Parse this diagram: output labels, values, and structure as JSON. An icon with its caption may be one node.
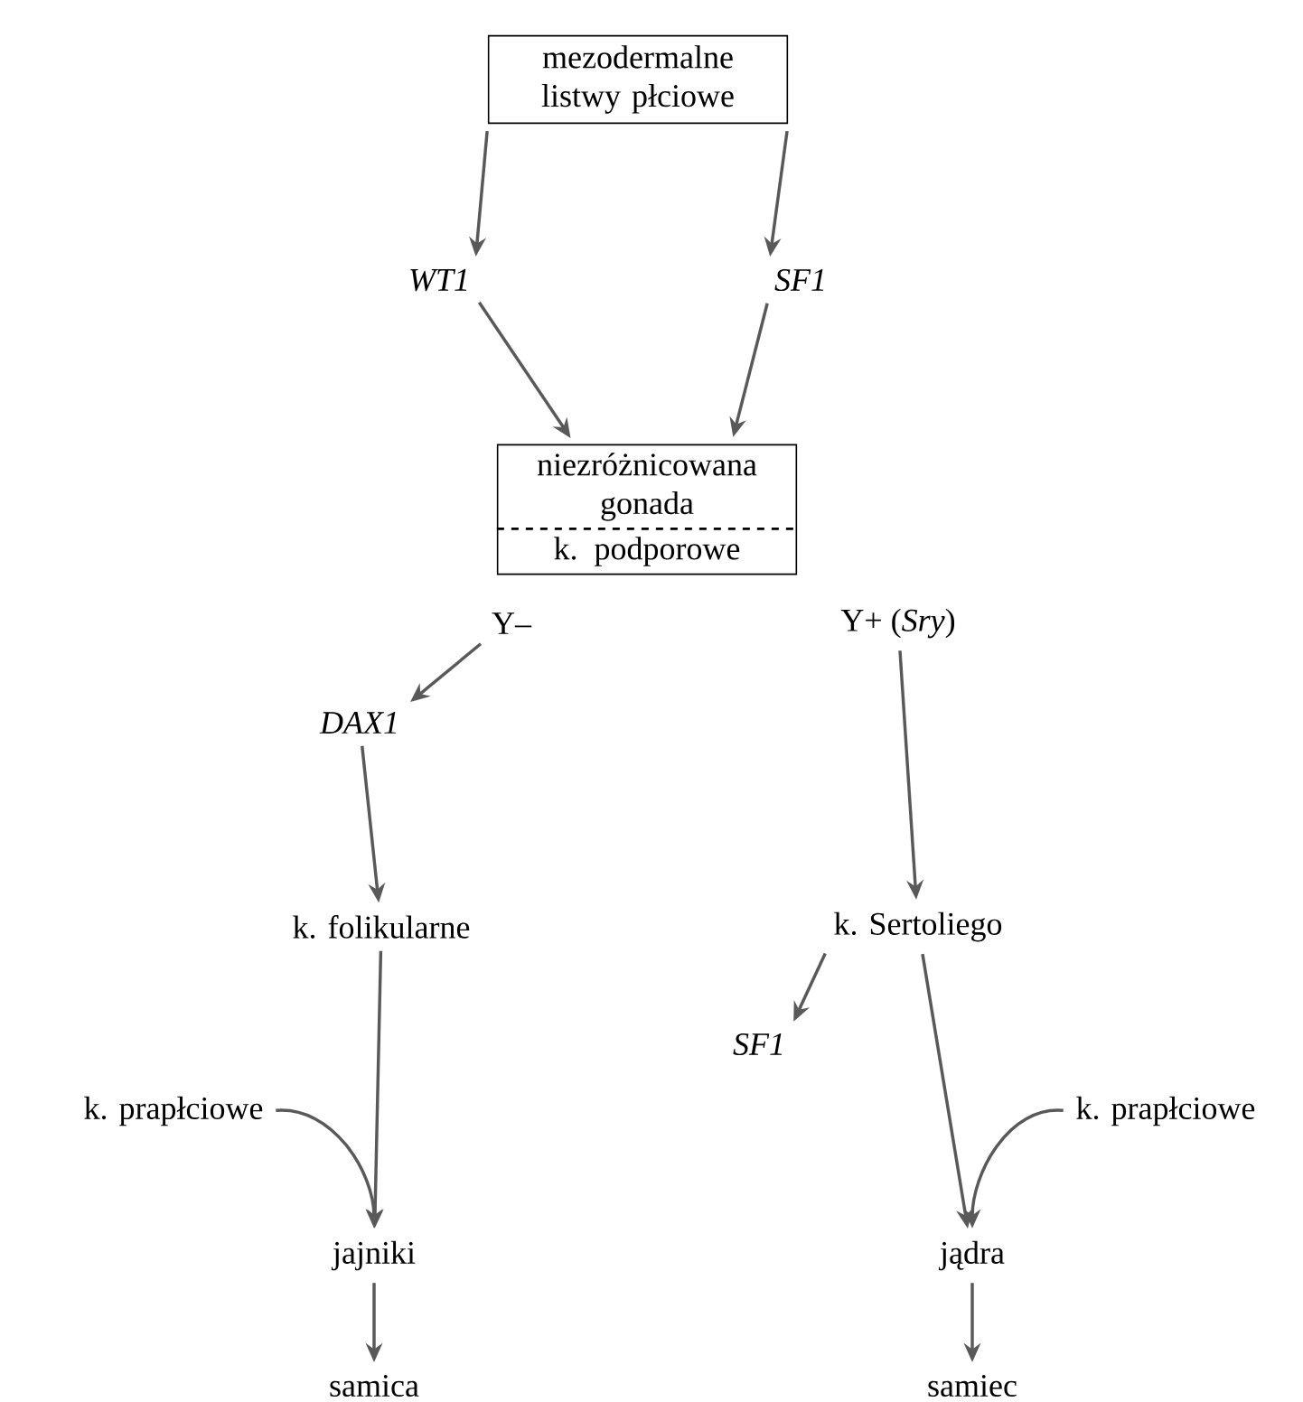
{
  "diagram": {
    "nodes": [
      {
        "text": [
          "mezodermalne listwy płciowe"
        ]
      },
      {
        "text": [
          "WT1"
        ]
      },
      {
        "text": [
          "SF1"
        ]
      },
      {
        "text": [
          "niezróżnicowana gonada",
          "k. podporowe"
        ]
      },
      {
        "text": [
          "Y–"
        ]
      },
      {
        "text": [
          "Y+ (*Sry*)"
        ]
      },
      {
        "text": [
          "DAX1"
        ]
      },
      {
        "text": [
          "k. folikularne"
        ]
      },
      {
        "text": [
          "k. Sertoliego"
        ]
      },
      {
        "text": [
          "SF1"
        ]
      },
      {
        "text": [
          "k. prapłciowe"
        ]
      },
      {
        "text": [
          "k. prapłciowe"
        ]
      },
      {
        "text": [
          "jajniki"
        ]
      },
      {
        "text": [
          "jądra"
        ]
      },
      {
        "text": [
          "samica"
        ]
      },
      {
        "text": [
          "samiec"
        ]
      }
    ],
    "edges": [
      {
        "from": 0,
        "to": 1,
        "arrow": "to"
      },
      {
        "from": 0,
        "to": 2,
        "arrow": "to"
      },
      {
        "from": 1,
        "to": 3,
        "arrow": "to"
      },
      {
        "from": 2,
        "to": 3,
        "arrow": "to"
      },
      {
        "from": 4,
        "to": 6,
        "arrow": "to"
      },
      {
        "from": 6,
        "to": 7,
        "arrow": "to"
      },
      {
        "from": 7,
        "to": 12,
        "arrow": "to"
      },
      {
        "from": 10,
        "to": 12,
        "arrow": "to"
      },
      {
        "from": 5,
        "to": 8,
        "arrow": "to"
      },
      {
        "from": 8,
        "to": 9,
        "arrow": "to"
      },
      {
        "from": 8,
        "to": 13,
        "arrow": "to"
      },
      {
        "from": 11,
        "to": 13,
        "arrow": "to"
      },
      {
        "from": 12,
        "to": 14,
        "arrow": "to"
      },
      {
        "from": 13,
        "to": 15,
        "arrow": "to"
      }
    ]
  }
}
